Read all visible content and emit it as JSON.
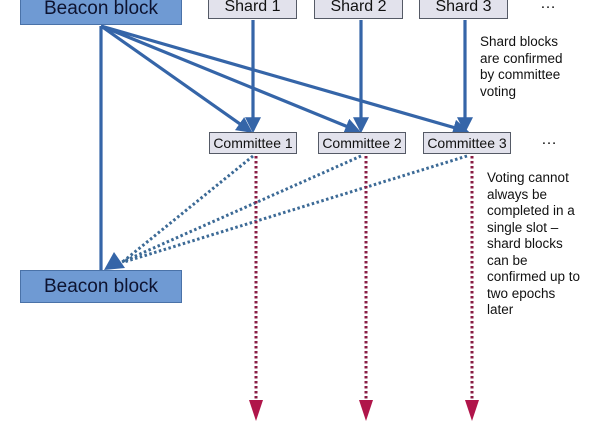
{
  "beacon_blocks": {
    "top": "Beacon block",
    "bottom": "Beacon block"
  },
  "shards": [
    "Shard 1",
    "Shard 2",
    "Shard 3"
  ],
  "shards_more": "…",
  "committees": [
    "Committee 1",
    "Committee 2",
    "Committee 3"
  ],
  "committees_more": "…",
  "notes": {
    "shard_confirmation": [
      "Shard blocks",
      "are confirmed",
      "by committee",
      "voting"
    ],
    "voting_delay": [
      "Voting cannot",
      "always be",
      "completed in a",
      "single slot –",
      "shard blocks",
      "can be",
      "confirmed up to",
      "two epochs",
      "later"
    ]
  },
  "colors": {
    "beacon_fill": "#6f9ad3",
    "solid_arrow": "#3565a8",
    "dotted_vote": "#3c6a96",
    "dotted_down": "#b0154a"
  }
}
